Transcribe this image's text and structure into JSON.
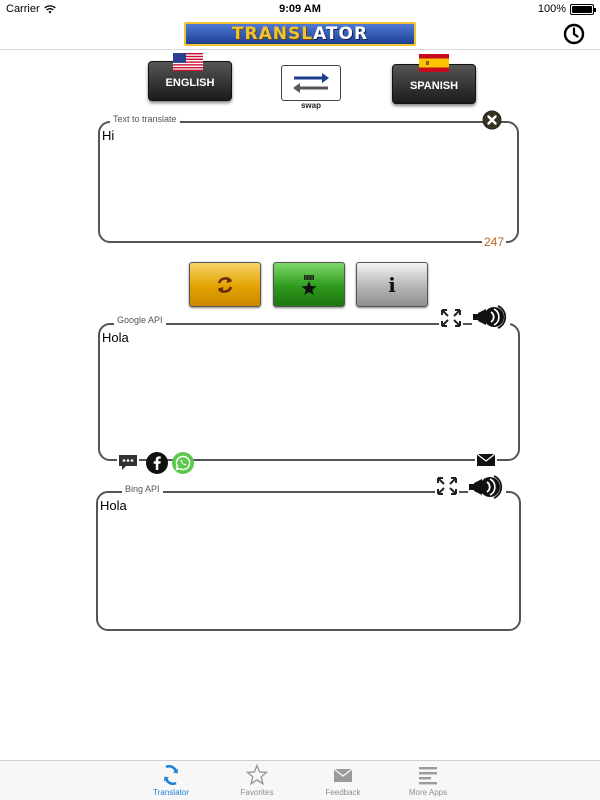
{
  "status_bar": {
    "carrier": "Carrier",
    "time": "9:09 AM",
    "battery": "100%",
    "battery_level": 1.0
  },
  "header": {
    "logo_part_a": "TRANSL",
    "logo_part_b": "ATOR",
    "history_icon": "clock-icon"
  },
  "languages": {
    "source": "ENGLISH",
    "target": "SPANISH",
    "swap_label": "swap"
  },
  "input": {
    "label": "Text to translate",
    "text": "Hi",
    "remaining": "247"
  },
  "actions": {
    "translate_icon": "refresh-arrows-icon",
    "favorite_icon": "medal-star-icon",
    "info_glyph": "i"
  },
  "google": {
    "label": "Google API",
    "text": "Hola"
  },
  "bing": {
    "label": "Bing API",
    "text": "Hola"
  },
  "tabs": [
    {
      "label": "Translator",
      "icon": "translator-icon",
      "active": true
    },
    {
      "label": "Favorites",
      "icon": "star-icon",
      "active": false
    },
    {
      "label": "Feedback",
      "icon": "envelope-icon",
      "active": false
    },
    {
      "label": "More Apps",
      "icon": "list-icon",
      "active": false
    }
  ],
  "colors": {
    "accent": "#1e7fd6",
    "counter": "#b5651d",
    "whatsapp": "#5cc84f"
  }
}
